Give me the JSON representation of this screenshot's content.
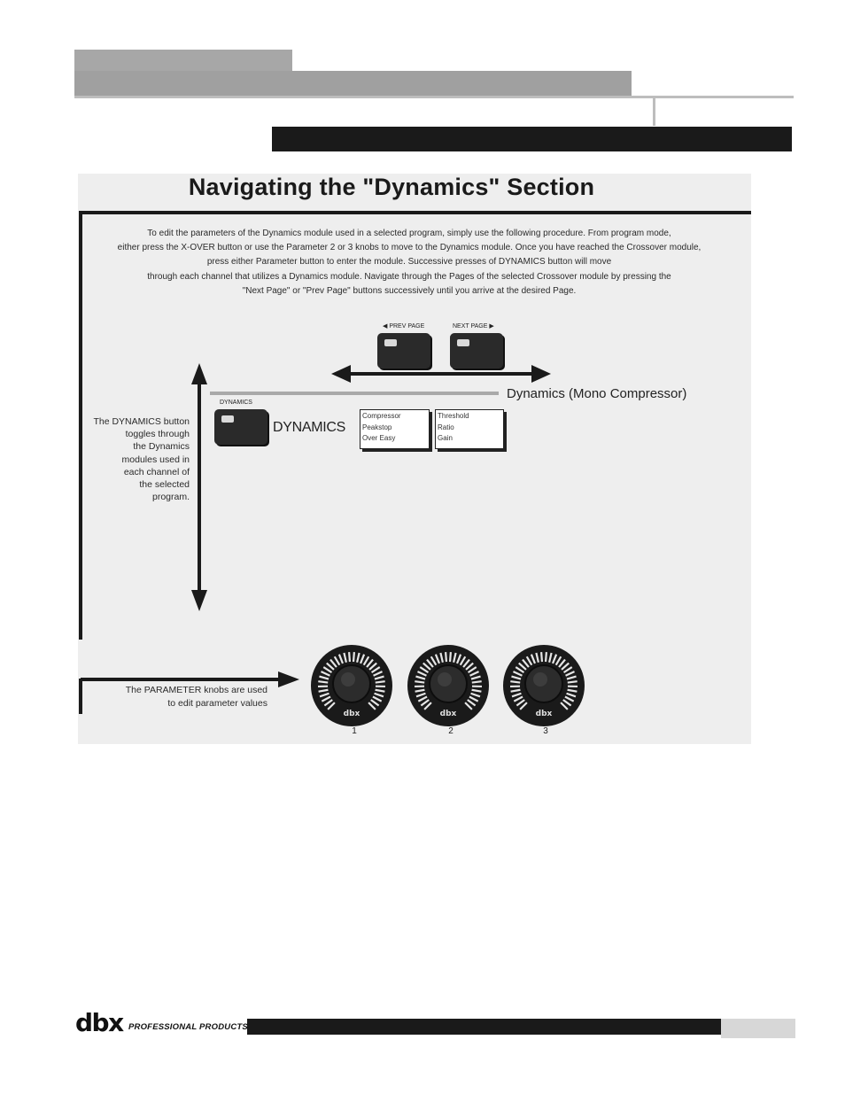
{
  "figure": {
    "title": "Navigating the \"Dynamics\" Section",
    "intro_lines": [
      "To edit the parameters of the Dynamics module used in a selected program, simply use the following procedure. From program mode,",
      "either press the X-OVER button or use the Parameter 2 or 3 knobs to move to the Dynamics module. Once you have reached the Crossover module,",
      "press either Parameter button to enter the module. Successive presses of DYNAMICS button will move",
      "through each channel that utilizes a Dynamics module.  Navigate through the Pages of the selected Crossover module by pressing the",
      "\"Next Page\" or \"Prev Page\" buttons successively until you arrive at the desired Page."
    ],
    "prev_page_label": "◀ PREV PAGE",
    "next_page_label": "NEXT PAGE ▶",
    "module_title": "Dynamics (Mono Compressor)",
    "dynamics_button_label": "DYNAMICS",
    "dynamics_text": "DYNAMICS",
    "type_list": [
      "Compressor",
      "Peakstop",
      "Over Easy"
    ],
    "param_list": [
      "Threshold",
      "Ratio",
      "Gain"
    ],
    "side_note_lines": [
      "The DYNAMICS button",
      "toggles through",
      "the Dynamics",
      "modules used in",
      "each channel of",
      "the selected",
      "program."
    ],
    "knob_note_lines": [
      "The PARAMETER knobs are used",
      "to edit parameter values"
    ],
    "knob_brand": "dbx",
    "knob_numbers": [
      "1",
      "2",
      "3"
    ]
  },
  "footer": {
    "logo": "dbx",
    "subtitle": "PROFESSIONAL PRODUCTS"
  },
  "colors": {
    "header_grey": "#a7a7a7",
    "panel_black": "#1a1a1a",
    "figure_bg": "#eeeeee"
  }
}
